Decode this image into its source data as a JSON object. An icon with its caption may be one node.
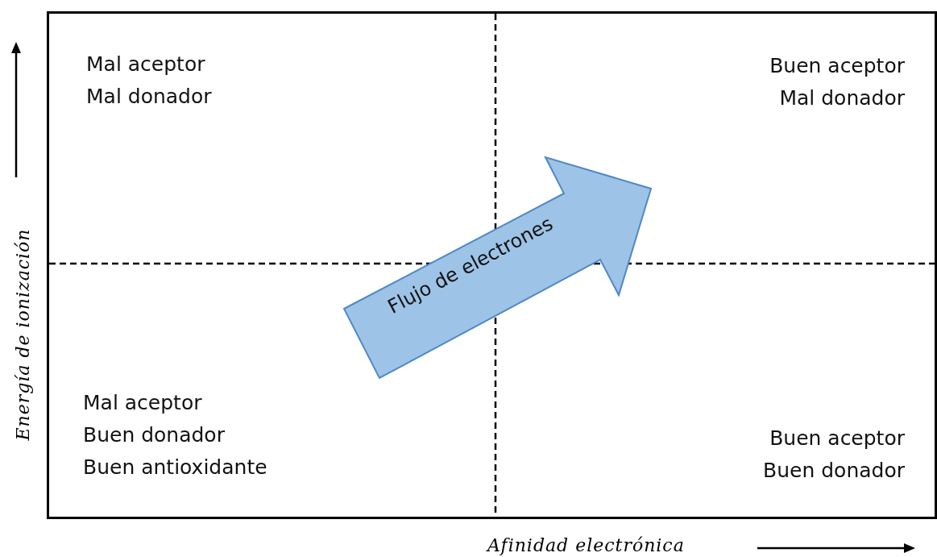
{
  "diagram": {
    "nodes": [
      {
        "text": [
          "Flujo de electrones"
        ]
      }
    ],
    "labels": [
      "Mal aceptor",
      "Mal donador",
      "Buen aceptor",
      "Mal donador",
      "Mal aceptor",
      "Buen donador",
      "Buen antioxidante",
      "Buen aceptor",
      "Buen donador",
      "Energía de ionización",
      "Afinidad electrónica"
    ]
  }
}
